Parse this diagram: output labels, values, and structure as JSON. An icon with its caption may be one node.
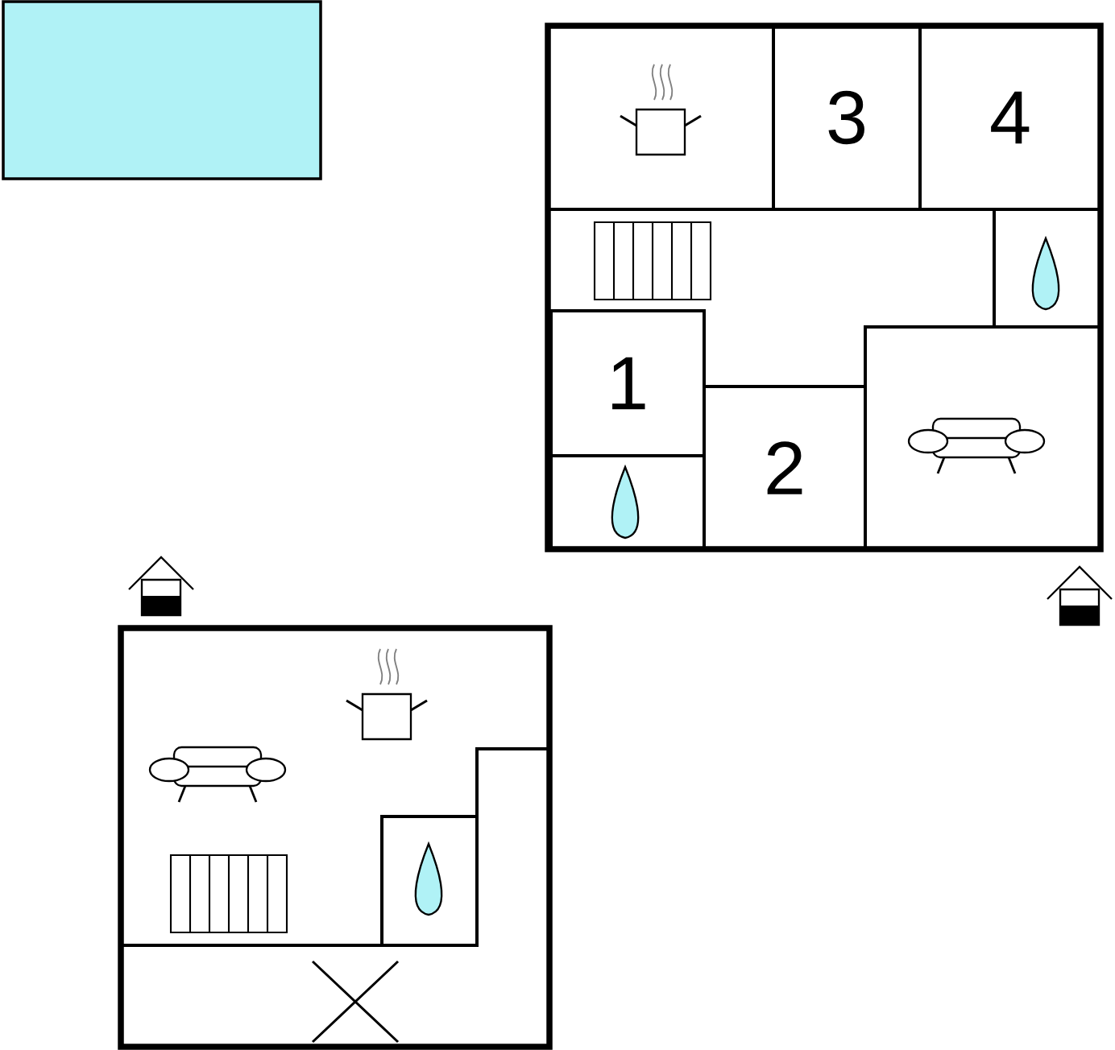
{
  "diagram": {
    "nodes": [
      {
        "text": [
          "3"
        ]
      },
      {
        "text": [
          "4"
        ]
      },
      {
        "text": [
          "1"
        ]
      },
      {
        "text": [
          "2"
        ]
      }
    ]
  }
}
